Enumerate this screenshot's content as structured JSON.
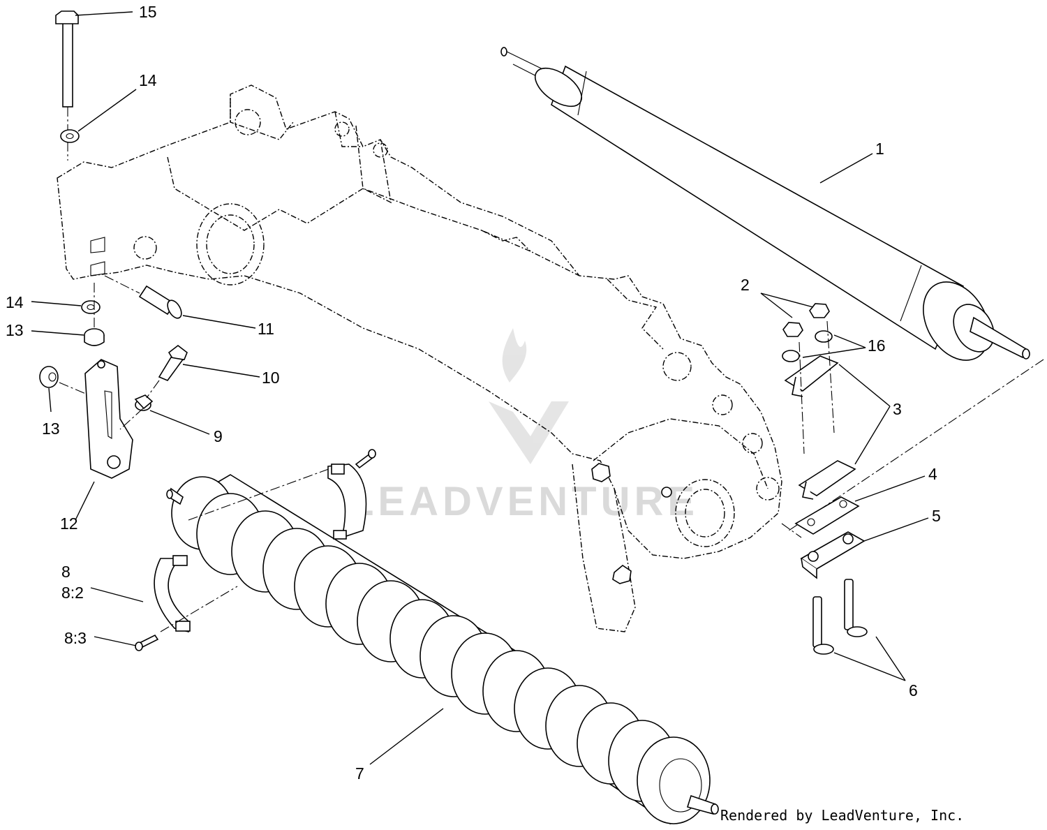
{
  "diagram": {
    "watermark": "LEADVENTURE",
    "credit": "Rendered by LeadVenture, Inc.",
    "callouts": {
      "c1": "1",
      "c2": "2",
      "c3": "3",
      "c4": "4",
      "c5": "5",
      "c6": "6",
      "c7": "7",
      "c8": "8",
      "c8_2": "8:2",
      "c8_3": "8:3",
      "c9": "9",
      "c10": "10",
      "c11": "11",
      "c12": "12",
      "c13a": "13",
      "c13b": "13",
      "c14a": "14",
      "c14b": "14",
      "c15": "15",
      "c16": "16"
    }
  }
}
